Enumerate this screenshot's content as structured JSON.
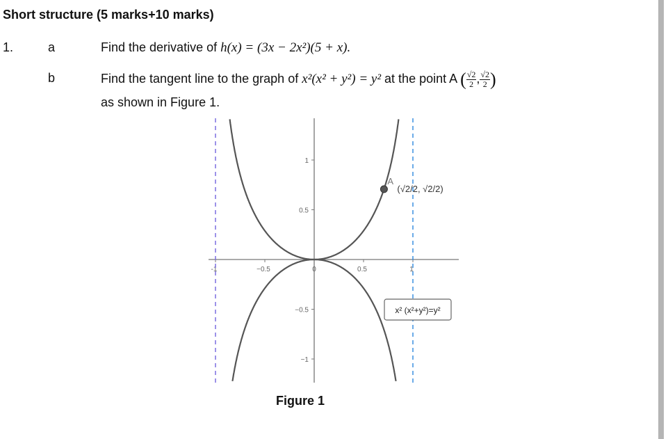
{
  "heading": "Short structure (5 marks+10 marks)",
  "question": {
    "number": "1.",
    "parts": [
      {
        "label": "a",
        "text": "Find the derivative of ",
        "math": "h(x) = (3x − 2x²)(5 + x)."
      },
      {
        "label": "b",
        "text": "Find the tangent line to the graph of ",
        "math": "x²(x² + y²) = y²",
        "text2": " at the point A ",
        "point": {
          "num": "√2",
          "den": "2",
          "sep": ","
        },
        "continuation": "as shown in Figure 1."
      }
    ]
  },
  "figure": {
    "caption": "Figure 1",
    "equation_label": "x² (x²+y²)=y²",
    "point_name": "A",
    "point_label": "(√2/2, √2/2)",
    "point": [
      0.7071,
      0.7071
    ],
    "x_ticks": [
      "-1",
      "−0.5",
      "0",
      "0.5",
      "1"
    ],
    "y_ticks": [
      "1",
      "0.5",
      "−0.5",
      "−1"
    ],
    "asymptotes": [
      -1,
      1
    ],
    "curve_color": "#555555",
    "asymptote_left_color": "#7b6fe0",
    "asymptote_right_color": "#3a8fe0"
  }
}
